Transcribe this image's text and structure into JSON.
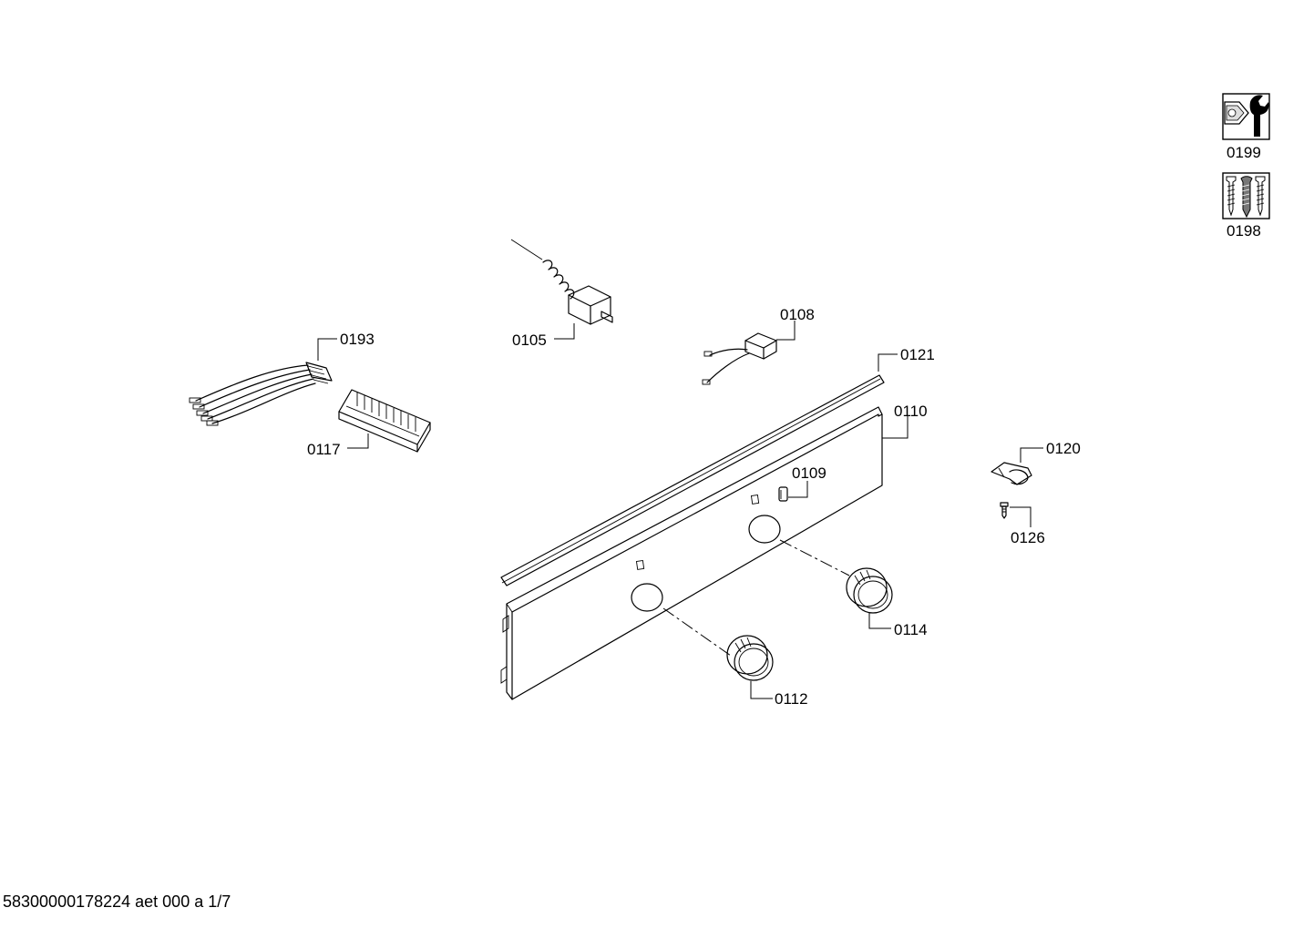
{
  "parts": [
    {
      "id": "p0105",
      "label": "0105",
      "name": "thermostat"
    },
    {
      "id": "p0108",
      "label": "0108",
      "name": "lamp switch"
    },
    {
      "id": "p0109",
      "label": "0109",
      "name": "indicator lens"
    },
    {
      "id": "p0110",
      "label": "0110",
      "name": "control panel"
    },
    {
      "id": "p0112",
      "label": "0112",
      "name": "knob left"
    },
    {
      "id": "p0114",
      "label": "0114",
      "name": "knob right"
    },
    {
      "id": "p0117",
      "label": "0117",
      "name": "terminal block"
    },
    {
      "id": "p0120",
      "label": "0120",
      "name": "bracket"
    },
    {
      "id": "p0121",
      "label": "0121",
      "name": "trim strip"
    },
    {
      "id": "p0126",
      "label": "0126",
      "name": "screw"
    },
    {
      "id": "p0193",
      "label": "0193",
      "name": "cable harness"
    }
  ],
  "legend": [
    {
      "label": "0199",
      "icon": "wrench-nut-icon"
    },
    {
      "label": "0198",
      "icon": "screws-icon"
    }
  ],
  "footer": "58300000178224 aet 000 a 1/7"
}
